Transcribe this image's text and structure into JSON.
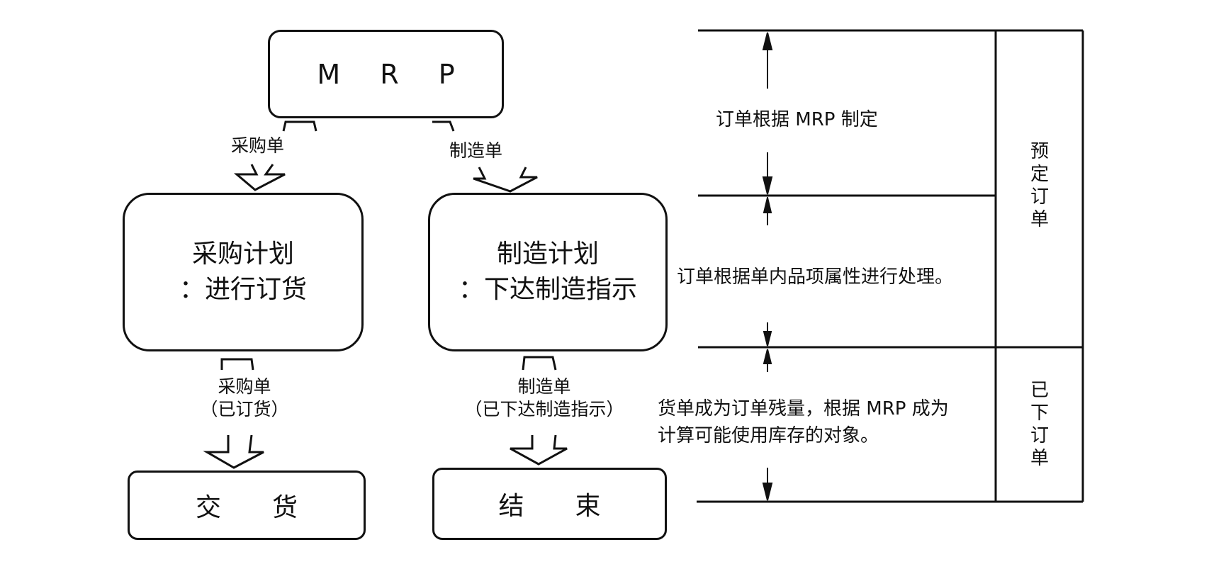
{
  "flow": {
    "mrp": "M R P",
    "purchase_order_label": "采购单",
    "manufacturing_order_label": "制造单",
    "purchase_plan": {
      "line1": "采购计划",
      "line2": "：进行订货"
    },
    "manufacturing_plan": {
      "line1": "制造计划",
      "line2": "：下达制造指示"
    },
    "purchase_order_done": {
      "line1": "采购单",
      "line2": "（已订货）"
    },
    "manufacturing_order_done": {
      "line1": "制造单",
      "line2": "（已下达制造指示）"
    },
    "delivery": "交　　货",
    "end": "结　　束"
  },
  "timeline": {
    "note_mrp": "订单根据 MRP 制定",
    "note_attributes": "订单根据单内品项属性进行处理。",
    "note_remaining": {
      "line1": "货单成为订单残量，根据 MRP 成为",
      "line2": "计算可能使用库存的对象。"
    },
    "status_planned": "预定订单",
    "status_released": "已下订单"
  },
  "colors": {
    "ink": "#111111",
    "background": "#ffffff"
  }
}
